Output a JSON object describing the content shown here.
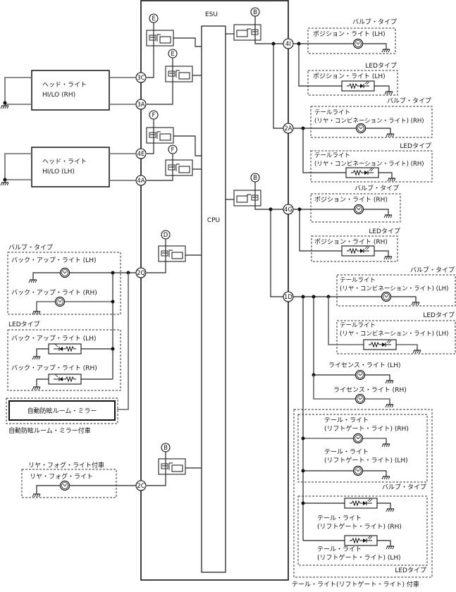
{
  "esu": {
    "label": "ESU",
    "cpu_label": "CPU"
  },
  "power_refs": [
    "E",
    "E",
    "F",
    "F",
    "B",
    "B",
    "D",
    "B"
  ],
  "pins": {
    "p3C": "3C",
    "p3A": "3A",
    "p4E": "4E",
    "p4A": "4A",
    "p2Q": "2Q",
    "p2C": "2C",
    "p4I": "4I",
    "p2A": "2A",
    "p4G": "4G",
    "p1D": "1D"
  },
  "left": {
    "headlight_rh": {
      "line1": "ヘッド・ライト",
      "line2": "HI/LO (RH)"
    },
    "headlight_lh": {
      "line1": "ヘッド・ライト",
      "line2": "HI/LO (LH)"
    },
    "backup_bulb_group": "バルブ・タイプ",
    "backup_bulb_lh": "バック・アップ・ライト (LH)",
    "backup_bulb_rh": "バック・アップ・ライト (RH)",
    "backup_led_group": "LEDタイプ",
    "backup_led_lh": "バック・アップ・ライト (LH)",
    "backup_led_rh": "バック・アップ・ライト (RH)",
    "mirror": "自動防眩ルーム・ミラー",
    "mirror_group": "自動防眩ルーム・ミラー付車",
    "fog_group": "リヤ・フォグ・ライト付車",
    "fog": "リヤ・フォグ・ライト"
  },
  "right": {
    "pos_lh_bulb_group": "バルブ・タイプ",
    "pos_lh_bulb": "ポジション・ライト (LH)",
    "pos_lh_led_group": "LEDタイプ",
    "pos_lh_led": "ポジション・ライト (LH)",
    "tail_rh_bulb_group": "バルブ・タイプ",
    "tail_rh_bulb_l1": "テールライト",
    "tail_rh_bulb_l2": "(リヤ・コンビネーション・ライト) (RH)",
    "tail_rh_led_group": "LEDタイプ",
    "tail_rh_led_l1": "テールライト",
    "tail_rh_led_l2": "(リヤ・コンビネーション・ライト) (RH)",
    "pos_rh_bulb_group": "バルブ・タイプ",
    "pos_rh_bulb": "ポジション・ライト (RH)",
    "pos_rh_led_group": "LEDタイプ",
    "pos_rh_led": "ポジション・ライト (RH)",
    "tail_lh_bulb_group": "バルブ・タイプ",
    "tail_lh_bulb_l1": "テールライト",
    "tail_lh_bulb_l2": "(リヤ・コンビネーション・ライト) (LH)",
    "tail_lh_led_group": "LEDタイプ",
    "tail_lh_led_l1": "テールライト",
    "tail_lh_led_l2": "(リヤ・コンビネーション・ライト) (LH)",
    "license_lh": "ライセンス・ライト (LH)",
    "license_rh": "ライセンス・ライト (RH)",
    "lg_bulb_rh_l1": "テール・ライト",
    "lg_bulb_rh_l2": "(リフトゲート・ライト) (RH)",
    "lg_bulb_lh_l1": "テール・ライト",
    "lg_bulb_lh_l2": "(リフトゲート・ライト) (LH)",
    "lg_bulb_group": "バルブ・タイプ",
    "lg_led_rh_l1": "テール・ライト",
    "lg_led_rh_l2": "(リフトゲート・ライト) (RH)",
    "lg_led_lh_l1": "テール・ライト",
    "lg_led_lh_l2": "(リフトゲート・ライト) (LH)",
    "lg_led_group": "LEDタイプ",
    "lg_outer_group": "テール・ライト(リフトゲート・ライト) 付車"
  }
}
